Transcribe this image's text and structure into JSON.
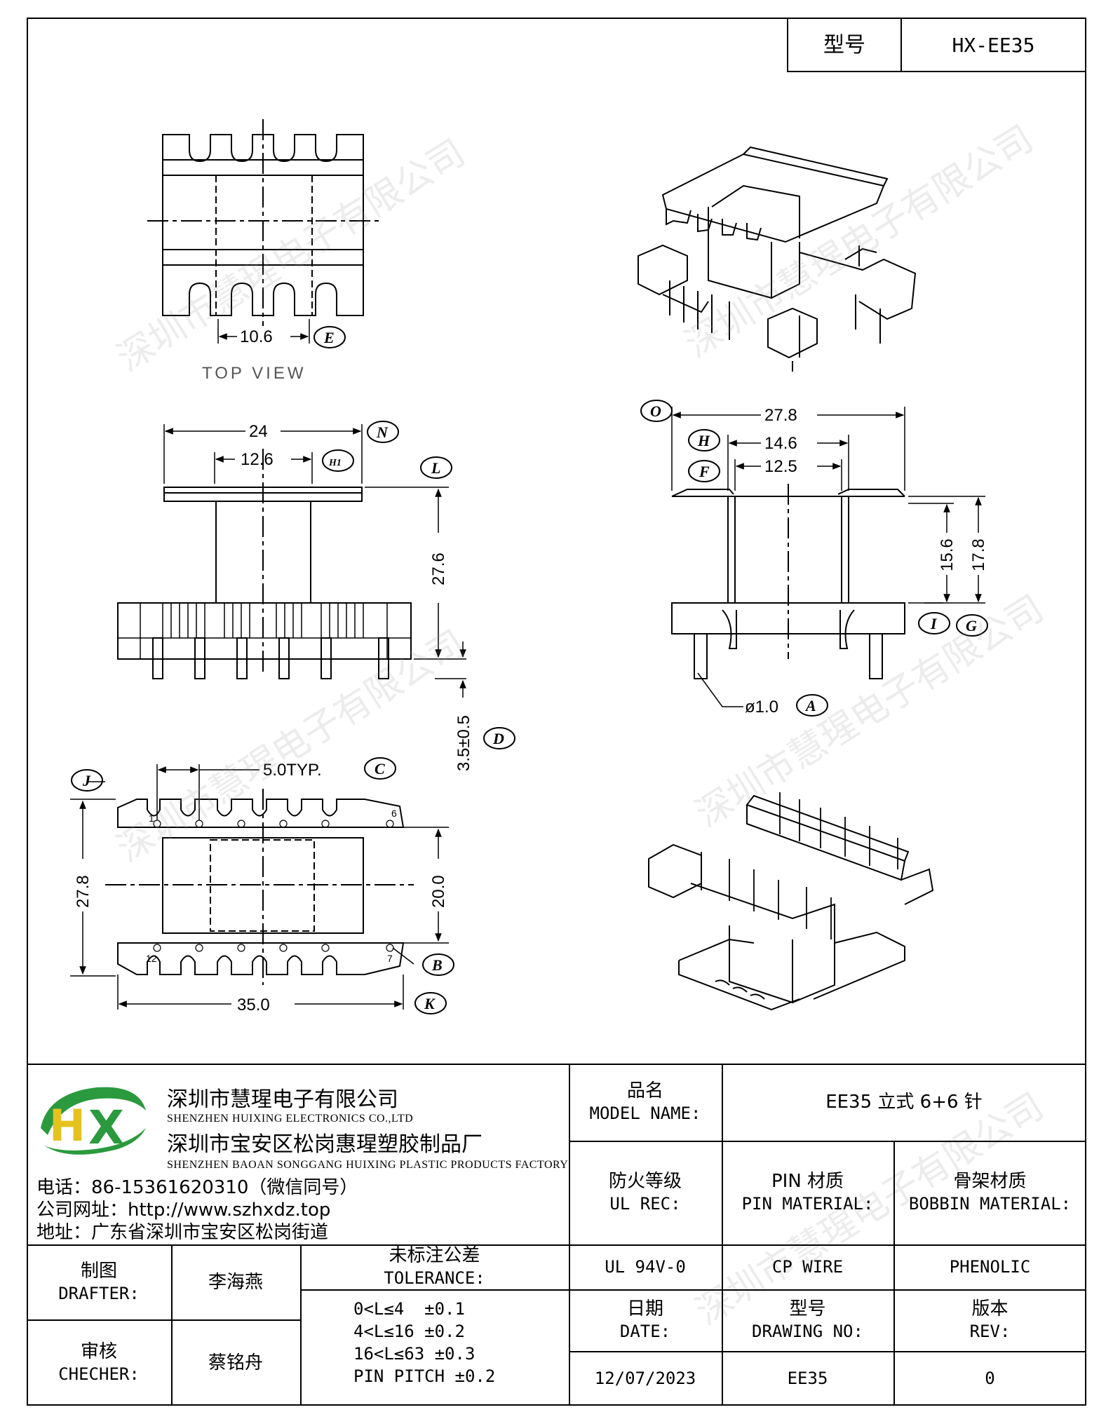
{
  "title_block_top": {
    "model_label": "型号",
    "model_value": "HX-EE35"
  },
  "drawing": {
    "top_view_label": "TOP VIEW",
    "dims": {
      "d_10_6": "10.6",
      "d_24": "24",
      "d_12_6": "12.6",
      "d_27_6": "27.6",
      "d_3_5": "3.5±0.5",
      "d_27_8_top": "27.8",
      "d_14_6": "14.6",
      "d_12_5": "12.5",
      "d_15_6": "15.6",
      "d_17_8": "17.8",
      "d_pin": "ø1.0",
      "d_5_0": "5.0TYP.",
      "d_27_8_side": "27.8",
      "d_20_0": "20.0",
      "d_35_0": "35.0",
      "pin_1": "1",
      "pin_6": "6",
      "pin_12": "12",
      "pin_7": "7"
    },
    "callouts": {
      "E": "E",
      "N": "N",
      "H1": "H1",
      "L": "L",
      "D": "D",
      "O": "O",
      "H": "H",
      "F": "F",
      "I": "I",
      "G": "G",
      "A": "A",
      "J": "J",
      "C": "C",
      "B": "B",
      "K": "K"
    }
  },
  "watermark": "深圳市慧瑆电子有限公司",
  "company": {
    "logo_text": "HX",
    "name_cn": "深圳市慧瑆电子有限公司",
    "name_en": "SHENZHEN HUIXING ELECTRONICS CO.,LTD",
    "factory_cn": "深圳市宝安区松岗惠瑆塑胶制品厂",
    "factory_en": "SHENZHEN BAOAN SONGGANG HUIXING PLASTIC PRODUCTS FACTORY",
    "phone": "电话：86-15361620310（微信同号）",
    "website": "公司网址：http://www.szhxdz.top",
    "address": "地址：广东省深圳市宝安区松岗街道"
  },
  "title_block": {
    "model_name_cn": "品名",
    "model_name_en": "MODEL NAME:",
    "model_name_value": "EE35 立式 6+6 针",
    "ul_cn": "防火等级",
    "ul_en": "UL REC:",
    "pin_cn": "PIN 材质",
    "pin_en": "PIN MATERIAL:",
    "bobbin_cn": "骨架材质",
    "bobbin_en": "BOBBIN MATERIAL:",
    "ul_value": "UL 94V-0",
    "pin_value": "CP WIRE",
    "bobbin_value": "PHENOLIC",
    "drafter_cn": "制图",
    "drafter_en": "DRAFTER:",
    "drafter_name": "李海燕",
    "checker_cn": "审核",
    "checker_en": "CHECHER:",
    "checker_name": "蔡铭舟",
    "tolerance_cn": "未标注公差",
    "tolerance_en": "TOLERANCE:",
    "tolerance_lines": [
      "0<L≤4  ±0.1",
      "4<L≤16 ±0.2",
      "16<L≤63 ±0.3",
      "PIN PITCH ±0.2"
    ],
    "date_cn": "日期",
    "date_en": "DATE:",
    "drawing_no_cn": "型号",
    "drawing_no_en": "DRAWING NO:",
    "rev_cn": "版本",
    "rev_en": "REV:",
    "date_value": "12/07/2023",
    "drawing_no_value": "EE35",
    "rev_value": "0"
  }
}
